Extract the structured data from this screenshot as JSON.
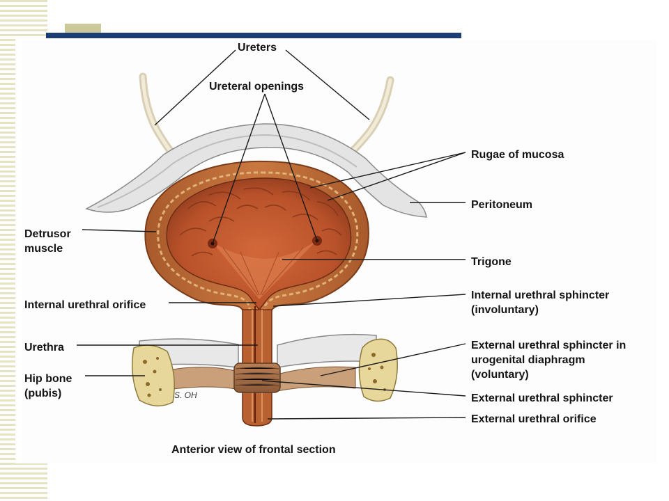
{
  "figure": {
    "caption": "Anterior view of frontal section",
    "signature": "S. OH",
    "colors": {
      "title_bar": "#1b3f73",
      "accent": "#cbc89a",
      "muscle": "#b5622f",
      "lumen": "#c45a30",
      "peritoneum": "#dcdcdc",
      "bone": "#e8d79a"
    },
    "labels": {
      "ureters": "Ureters",
      "ureteral_openings": "Ureteral openings",
      "rugae": "Rugae of mucosa",
      "peritoneum": "Peritoneum",
      "detrusor": "Detrusor\nmuscle",
      "trigone": "Trigone",
      "internal_orifice": "Internal urethral orifice",
      "internal_sphincter": "Internal urethral sphincter\n(involuntary)",
      "urethra": "Urethra",
      "external_sphincter_diaphragm": "External urethral sphincter in\nurogenital diaphragm\n(voluntary)",
      "hip_bone": "Hip bone\n(pubis)",
      "external_sphincter": "External urethral sphincter",
      "external_orifice": "External urethral orifice"
    }
  }
}
